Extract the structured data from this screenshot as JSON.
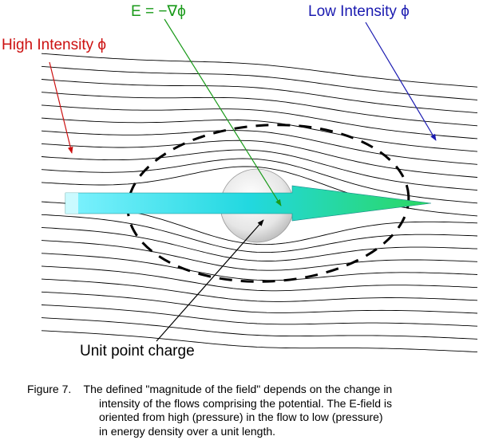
{
  "diagram": {
    "labels": {
      "high_intensity": "High Intensity ϕ",
      "low_intensity": "Low  Intensity ϕ",
      "e_field": "E = −∇ϕ",
      "charge": "Unit point charge"
    },
    "colors": {
      "high_intensity": "#cc1111",
      "low_intensity": "#1a1ab0",
      "e_field": "#1a9a1a",
      "field_lines": "#000000",
      "arrow_start": "#7ff2ff",
      "arrow_mid": "#22d8e0",
      "arrow_end": "#2bd860"
    }
  },
  "caption": {
    "lines": [
      "Figure 7.    The defined \"magnitude of the field\" depends on the change in",
      "intensity of the flows comprising the potential.  The E-field is",
      "oriented from high (pressure) in the flow to low (pressure)",
      "in energy density over a unit length."
    ]
  }
}
